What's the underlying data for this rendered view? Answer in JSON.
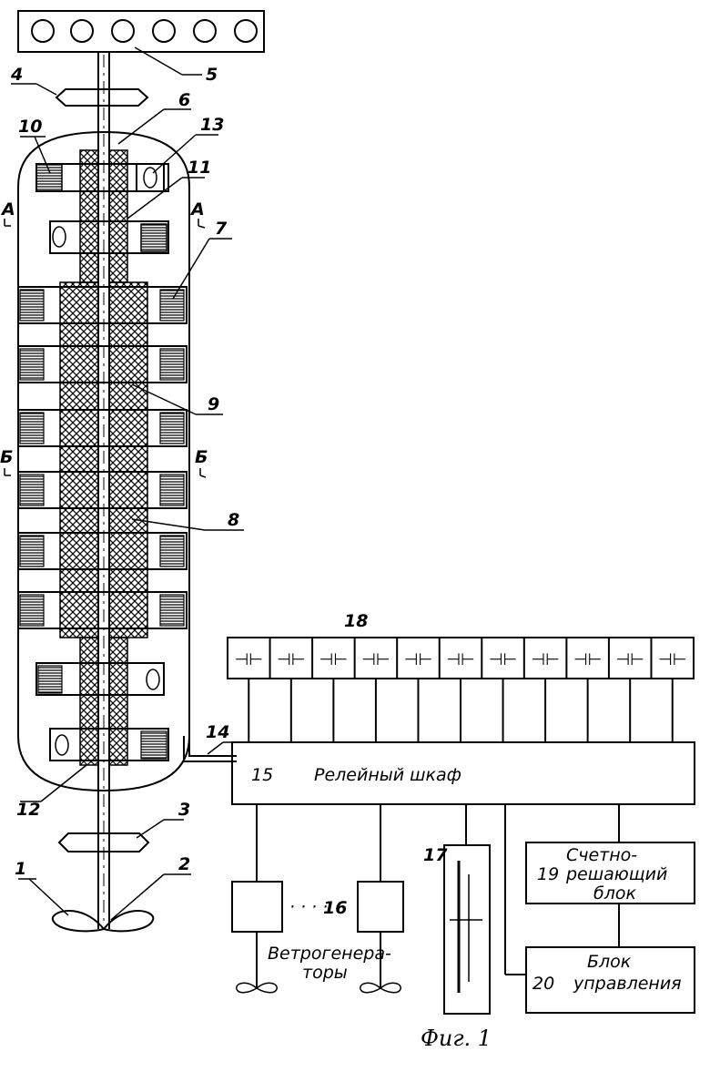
{
  "numbers": {
    "n1": "1",
    "n2": "2",
    "n3": "3",
    "n4": "4",
    "n5": "5",
    "n6": "6",
    "n7": "7",
    "n8": "8",
    "n9": "9",
    "n10": "10",
    "n11": "11",
    "n12": "12",
    "n13": "13",
    "n14": "14",
    "n16": "16",
    "n17": "17",
    "n18": "18"
  },
  "section_marks": {
    "a_left": "А",
    "a_right": "А",
    "b_left": "Б",
    "b_right": "Б"
  },
  "relay_cabinet": {
    "number": "15",
    "label": "Релейный шкаф"
  },
  "computing_block": {
    "number": "19",
    "line1": "Счетно-",
    "line2": "решающий",
    "line3": "блок"
  },
  "control_block": {
    "number": "20",
    "line1": "Блок",
    "line2": "управления"
  },
  "wind_generators": {
    "line1": "Ветрогенера-",
    "line2": "торы",
    "dots": "· · · ·"
  },
  "capacitor_symbol": "⊣⊢",
  "caption": "Фиг. 1"
}
